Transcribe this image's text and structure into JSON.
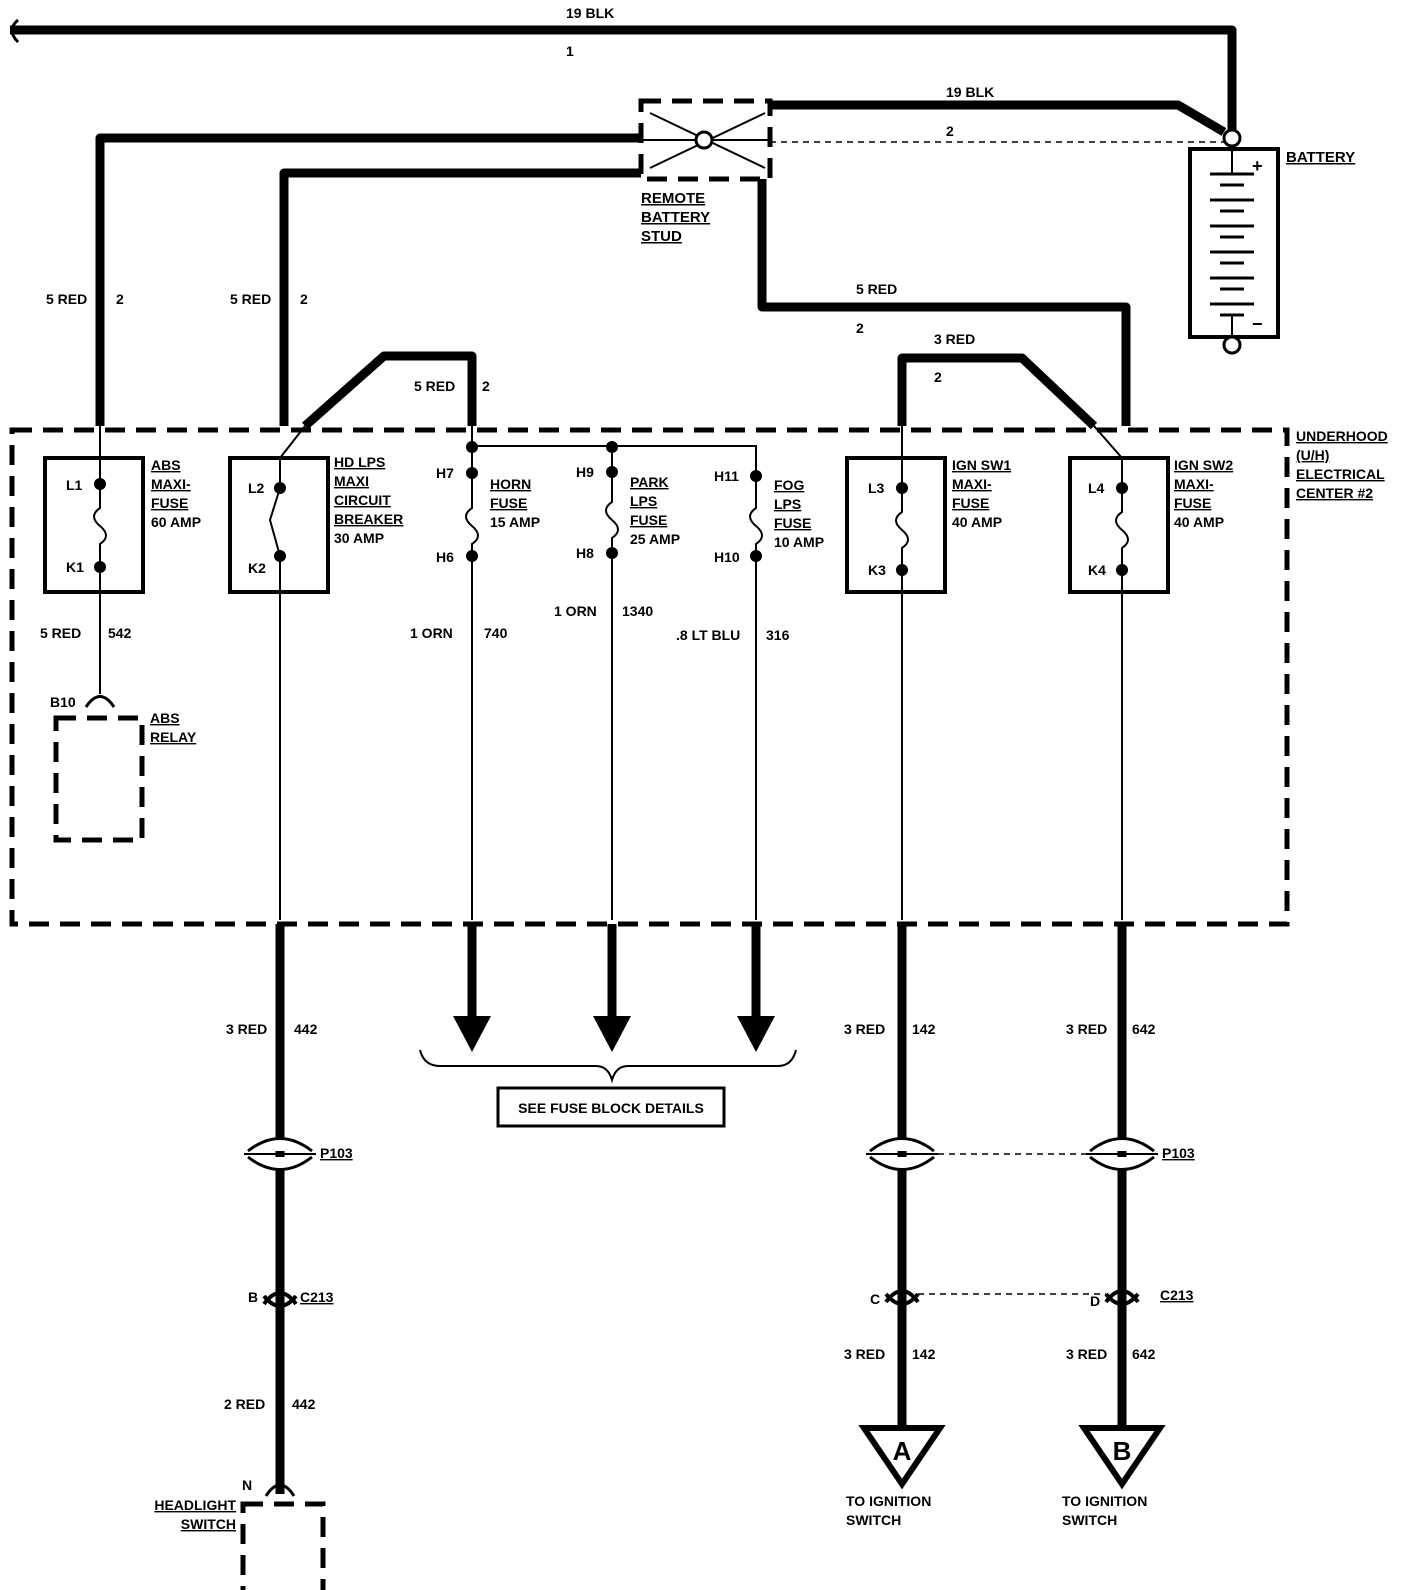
{
  "wires": {
    "top_gauge": "19 BLK",
    "top_circuit": "1",
    "stud_gauge": "19 BLK",
    "stud_circuit": "2",
    "abs_feed_gauge": "5 RED",
    "abs_feed_circuit": "2",
    "hd_feed_gauge": "5 RED",
    "hd_feed_circuit": "2",
    "horn_feed_gauge": "5 RED",
    "horn_feed_circuit": "2",
    "ign_feed_gauge": "5 RED",
    "ign_feed_circuit": "2",
    "ign1_feed_gauge": "3 RED",
    "ign1_feed_circuit": "2",
    "abs_out_gauge": "5 RED",
    "abs_out_circuit": "542",
    "horn_out_gauge": "1 ORN",
    "horn_out_circuit": "740",
    "park_out_gauge": "1 ORN",
    "park_out_circuit": "1340",
    "fog_out_gauge": ".8 LT BLU",
    "fog_out_circuit": "316",
    "hd_out_gauge": "3 RED",
    "hd_out_circuit": "442",
    "ign1_out_gauge": "3 RED",
    "ign1_out_circuit": "142",
    "ign2_out_gauge": "3 RED",
    "ign2_out_circuit": "642",
    "hd_low_gauge": "2 RED",
    "hd_low_circuit": "442",
    "ign1_low_gauge": "3 RED",
    "ign1_low_circuit": "142",
    "ign2_low_gauge": "3 RED",
    "ign2_low_circuit": "642"
  },
  "components": {
    "battery": "BATTERY",
    "plus": "+",
    "minus": "−",
    "stud_l1": "REMOTE",
    "stud_l2": "BATTERY",
    "stud_l3": "STUD",
    "center_l1": "UNDERHOOD",
    "center_l2": "(U/H)",
    "center_l3": "ELECTRICAL",
    "center_l4": "CENTER #2",
    "abs_relay_l1": "ABS",
    "abs_relay_l2": "RELAY",
    "headlight_l1": "HEADLIGHT",
    "headlight_l2": "SWITCH",
    "fuse_block": "SEE FUSE BLOCK DETAILS",
    "to_ign1_l1": "TO IGNITION",
    "to_ign1_l2": "SWITCH",
    "to_ign2_l1": "TO IGNITION",
    "to_ign2_l2": "SWITCH",
    "marker_a": "A",
    "marker_b": "B"
  },
  "fuses": {
    "abs": {
      "l1": "ABS",
      "l2": "MAXI-",
      "l3": "FUSE",
      "l4": "60 AMP",
      "top": "L1",
      "bottom": "K1"
    },
    "hd": {
      "l1": "HD LPS",
      "l2": "MAXI",
      "l3": "CIRCUIT",
      "l4": "BREAKER",
      "l5": "30 AMP",
      "top": "L2",
      "bottom": "K2"
    },
    "horn": {
      "l1": "HORN",
      "l2": "FUSE",
      "l3": "15 AMP",
      "top": "H7",
      "bottom": "H6"
    },
    "park": {
      "l1": "PARK",
      "l2": "LPS",
      "l3": "FUSE",
      "l4": "25 AMP",
      "top": "H9",
      "bottom": "H8"
    },
    "fog": {
      "l1": "FOG",
      "l2": "LPS",
      "l3": "FUSE",
      "l4": "10 AMP",
      "top": "H11",
      "bottom": "H10"
    },
    "ign1": {
      "l1": "IGN SW1",
      "l2": "MAXI-",
      "l3": "FUSE",
      "l4": "40 AMP",
      "top": "L3",
      "bottom": "K3"
    },
    "ign2": {
      "l1": "IGN SW2",
      "l2": "MAXI-",
      "l3": "FUSE",
      "l4": "40 AMP",
      "top": "L4",
      "bottom": "K4"
    }
  },
  "connectors": {
    "b10": "B10",
    "p103_left": "P103",
    "p103_right": "P103",
    "c213_left": "C213",
    "c213_right": "C213",
    "pin_b": "B",
    "pin_c": "C",
    "pin_d": "D",
    "pin_n": "N"
  }
}
